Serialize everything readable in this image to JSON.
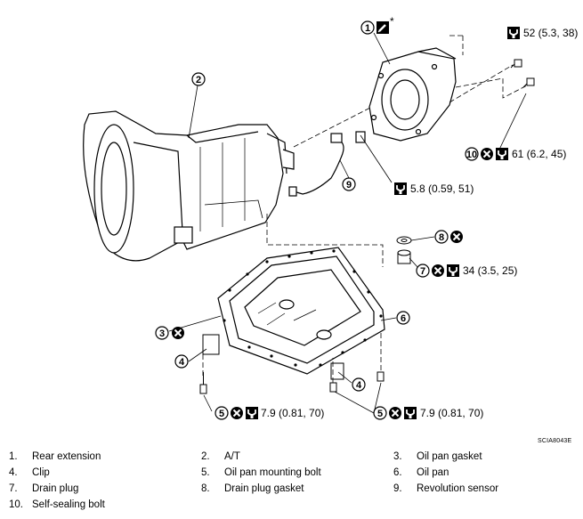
{
  "diagram": {
    "torques": {
      "t52": "52 (5.3, 38)",
      "t61": "61 (6.2, 45)",
      "t58": "5.8 (0.59, 51)",
      "t34": "34 (3.5, 25)",
      "t79a": "7.9 (0.81, 70)",
      "t79b": "7.9 (0.81, 70)"
    },
    "callouts": [
      "1",
      "2",
      "3",
      "4",
      "4",
      "5",
      "5",
      "6",
      "7",
      "8",
      "9",
      "10"
    ],
    "asterisk": "*",
    "figure_code": "SCIA8043E"
  },
  "legend": [
    [
      {
        "num": "1.",
        "label": "Rear extension"
      },
      {
        "num": "2.",
        "label": "A/T"
      },
      {
        "num": "3.",
        "label": "Oil pan gasket"
      }
    ],
    [
      {
        "num": "4.",
        "label": "Clip"
      },
      {
        "num": "5.",
        "label": "Oil pan mounting bolt"
      },
      {
        "num": "6.",
        "label": "Oil pan"
      }
    ],
    [
      {
        "num": "7.",
        "label": "Drain plug"
      },
      {
        "num": "8.",
        "label": "Drain plug gasket"
      },
      {
        "num": "9.",
        "label": "Revolution sensor"
      }
    ],
    [
      {
        "num": "10.",
        "label": "Self-sealing bolt"
      }
    ]
  ]
}
